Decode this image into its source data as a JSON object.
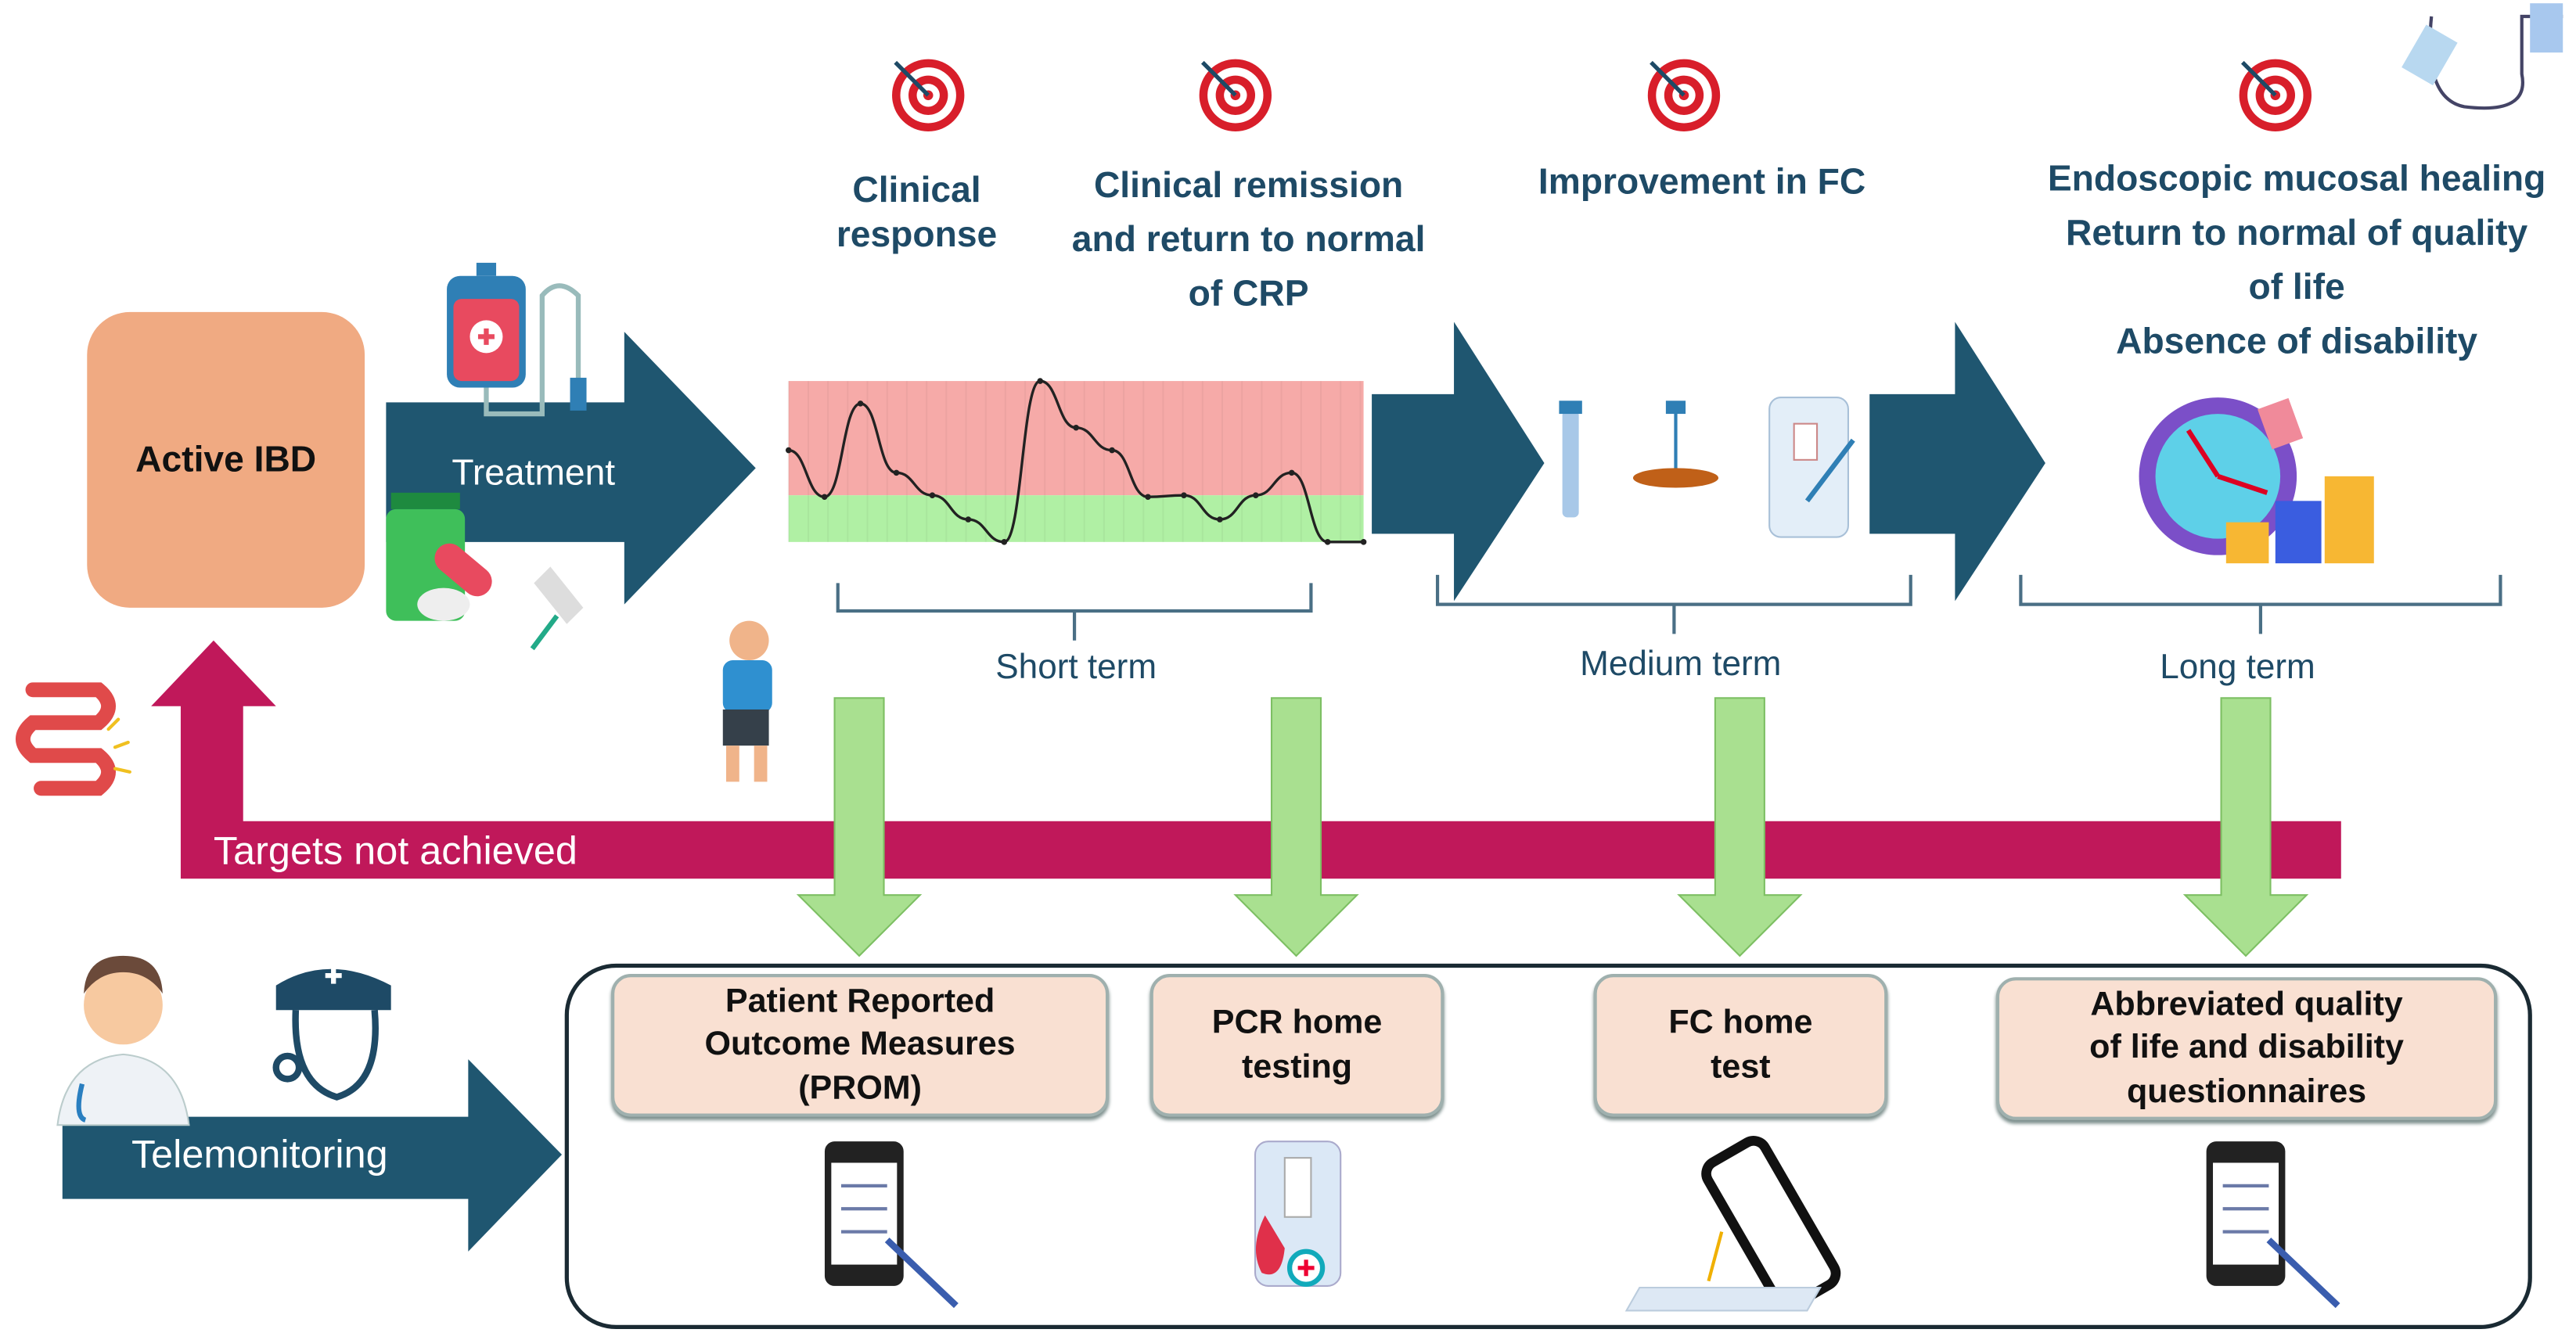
{
  "start": {
    "label": "Active IBD",
    "color": "#f0aa82"
  },
  "treatment": {
    "label": "Treatment"
  },
  "targets": [
    {
      "lines": [
        "Clinical",
        "response"
      ]
    },
    {
      "lines": [
        "Clinical remission",
        "and return to normal",
        "of CRP"
      ]
    },
    {
      "lines": [
        "Improvement in FC"
      ]
    },
    {
      "lines": [
        "Endoscopic mucosal healing",
        "Return to normal of quality",
        "of life",
        "Absence of disability"
      ]
    }
  ],
  "terms": {
    "short": "Short term",
    "medium": "Medium term",
    "long": "Long term"
  },
  "feedback": {
    "label": "Targets not achieved",
    "color": "#c0185a"
  },
  "telemonitoring": {
    "label": "Telemonitoring"
  },
  "tools": [
    {
      "lines": [
        "Patient Reported",
        "Outcome Measures",
        "(PROM)"
      ],
      "icon": "smartphone-questionnaire-icon"
    },
    {
      "lines": [
        "PCR home",
        "testing"
      ],
      "icon": "blood-test-kit-icon"
    },
    {
      "lines": [
        "FC home",
        "test"
      ],
      "icon": "phone-test-strip-icon"
    },
    {
      "lines": [
        "Abbreviated quality",
        "of life and disability",
        "questionnaires"
      ],
      "icon": "smartphone-questionnaire-icon"
    }
  ],
  "crp_trend": {
    "values": [
      57,
      28,
      86,
      43,
      29,
      14,
      0,
      100,
      71,
      57,
      28,
      29,
      14,
      29,
      43,
      0,
      0
    ],
    "threshold": 29
  },
  "colors": {
    "arrow": "#1f5670",
    "text": "#1e4a66",
    "down_arrow": "#a9e090",
    "high_band": "#f6aaa8",
    "normal_band": "#b0f0a4",
    "tool_box": "#f9e0d2"
  }
}
